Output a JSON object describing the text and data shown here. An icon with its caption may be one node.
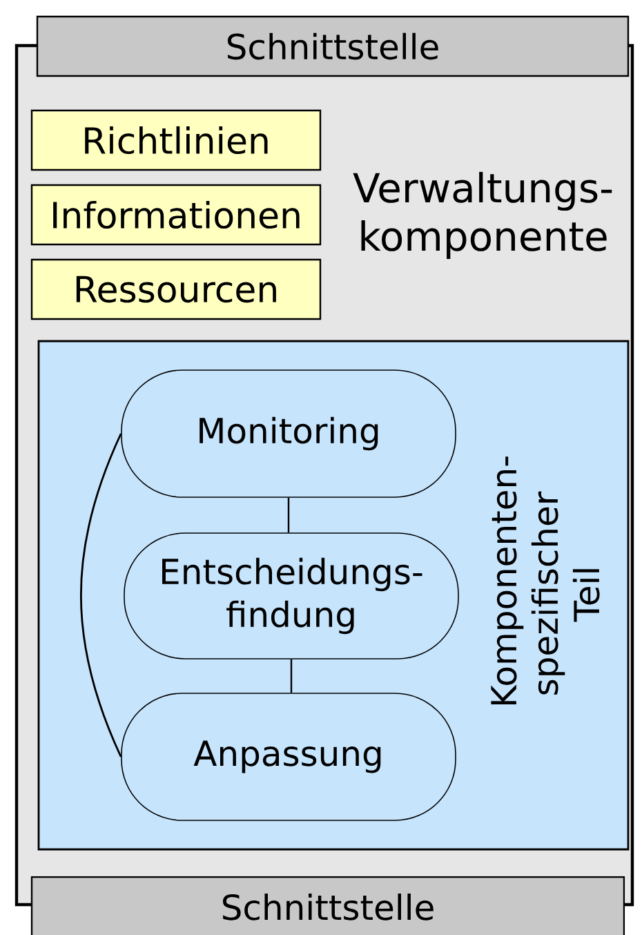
{
  "diagram": {
    "nodes": [
      {
        "text": [
          "Verwaltungs- komponente"
        ]
      },
      {
        "text": [
          "Schnittstelle"
        ]
      },
      {
        "text": [
          "Richtlinien"
        ],
        "in": 0
      },
      {
        "text": [
          "Informationen"
        ],
        "in": 0
      },
      {
        "text": [
          "Ressourcen"
        ],
        "in": 0
      },
      {
        "text": [
          "Komponenten- spezifischer Teil"
        ],
        "in": 0
      },
      {
        "text": [
          "Monitoring"
        ],
        "in": 5
      },
      {
        "text": [
          "Entscheidungs- findung"
        ],
        "in": 5
      },
      {
        "text": [
          "Anpassung"
        ],
        "in": 5
      },
      {
        "text": [
          "Schnittstelle"
        ]
      }
    ],
    "edges": [
      {
        "from": 6,
        "to": 7,
        "arrow": "none"
      },
      {
        "from": 7,
        "to": 8,
        "arrow": "none"
      },
      {
        "from": 6,
        "to": 8,
        "arrow": "none"
      }
    ]
  }
}
